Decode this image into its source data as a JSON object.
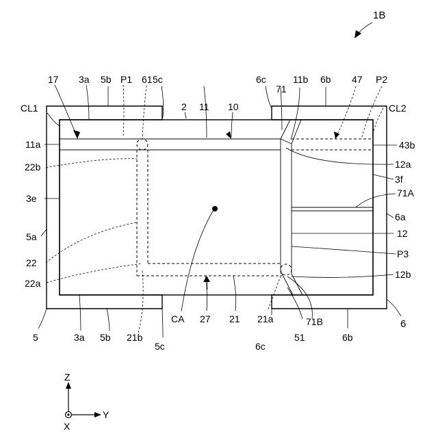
{
  "figure_ref": "1B",
  "labels": {
    "t17": "17",
    "t3a_top": "3a",
    "t5b_top": "5b",
    "tP1": "P1",
    "t61": "61",
    "t5c_top": "5c",
    "t2": "2",
    "t11": "11",
    "t10": "10",
    "t6c_top": "6c",
    "t71": "71",
    "t11b": "11b",
    "t6b_top": "6b",
    "t47": "47",
    "tP2": "P2",
    "tCL1": "CL1",
    "tCL2": "CL2",
    "t11a": "11a",
    "t22b": "22b",
    "t3e": "3e",
    "t5a": "5a",
    "t22": "22",
    "t22a": "22a",
    "t43b": "43b",
    "t12a": "12a",
    "t3f": "3f",
    "t71A": "71A",
    "t6a": "6a",
    "t12": "12",
    "tP3": "P3",
    "t12b": "12b",
    "t5": "5",
    "t3a_bot": "3a",
    "t5b_bot": "5b",
    "t21b": "21b",
    "t5c_bot": "5c",
    "tCA": "CA",
    "t27": "27",
    "t21": "21",
    "t21a": "21a",
    "t6c_bot": "6c",
    "t51": "51",
    "t71B": "71B",
    "t6b_bot": "6b",
    "t6": "6"
  },
  "axes": {
    "z": "Z",
    "y": "Y",
    "x": "X"
  }
}
